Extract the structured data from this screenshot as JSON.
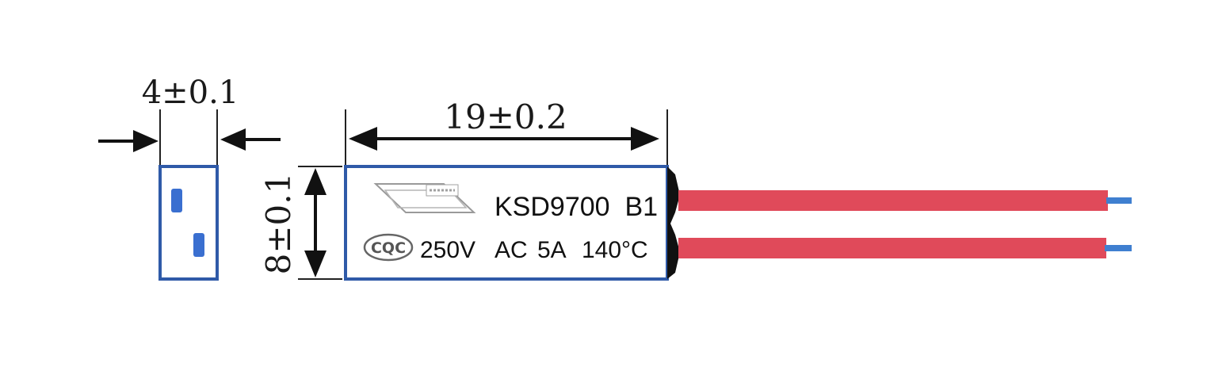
{
  "dimensions": {
    "width_side": "4±0.1",
    "length": "19±0.2",
    "height": "8±0.1"
  },
  "product": {
    "model": "KSD9700  B1",
    "certification": "CQC",
    "voltage": "250V",
    "current_type": "AC",
    "current": "5A",
    "temperature": "140°C"
  },
  "colors": {
    "outline": "#2f5aa8",
    "lead_red": "#e04a5a",
    "lead_tip": "#3f7fd0",
    "pin": "#3a6fd0",
    "end_cap": "#111111",
    "arrow": "#111111"
  }
}
